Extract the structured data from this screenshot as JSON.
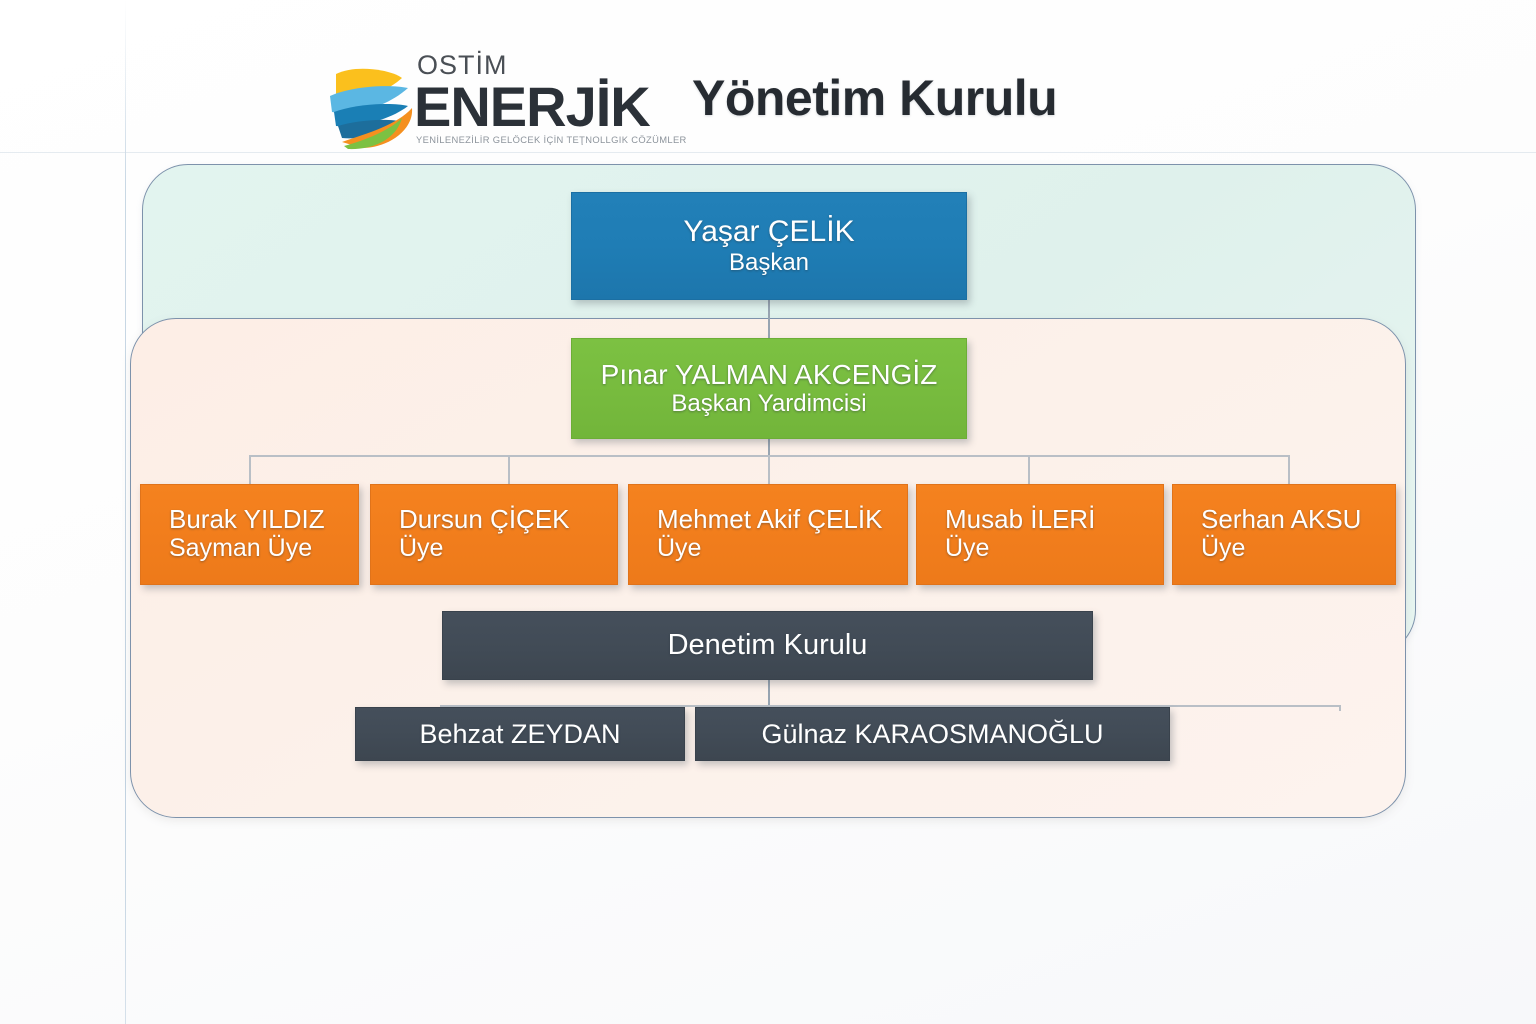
{
  "header": {
    "logo": {
      "top_word": "OSTİM",
      "main_word": "ENERJİK",
      "slogan": "YENİLENEZİLİR GELÖCEK İÇİN TEŢNOLLGIK CÖZÜMLER",
      "mark_icon": "globe-swoosh-icon",
      "colors": {
        "yellow": "#fbc01d",
        "light_blue": "#5bb7e3",
        "blue": "#1a7fb5",
        "dark_blue": "#1d6e9c",
        "orange": "#f5901f",
        "green": "#7cc142"
      }
    },
    "title": "Yönetim Kurulu"
  },
  "panels": [
    {
      "name": "mint-panel",
      "fill": "#e2f4ef",
      "border": "#7d92ab"
    },
    {
      "name": "peach-panel",
      "fill": "#fdeee6",
      "border": "#7d92ab"
    }
  ],
  "chart_colors": {
    "president": "#1f7db5",
    "vice_president": "#77bb3e",
    "member": "#f17d1c",
    "audit": "#414b56"
  },
  "org": {
    "president": {
      "name": "Yaşar ÇELİK",
      "role": "Başkan"
    },
    "vice_president": {
      "name": "Pınar YALMAN AKCENGİZ",
      "role": "Başkan Yardimcisi"
    },
    "members": [
      {
        "name": "Burak YILDIZ",
        "role": "Sayman Üye"
      },
      {
        "name": "Dursun ÇİÇEK",
        "role": "Üye"
      },
      {
        "name": "Mehmet Akif ÇELİK",
        "role": "Üye"
      },
      {
        "name": "Musab İLERİ",
        "role": "Üye"
      },
      {
        "name": "Serhan AKSU",
        "role": "Üye"
      }
    ],
    "audit_board": {
      "title": "Denetim Kurulu",
      "members": [
        {
          "name": "Behzat ZEYDAN"
        },
        {
          "name": "Gülnaz KARAOSMANOĞLU"
        }
      ]
    }
  }
}
